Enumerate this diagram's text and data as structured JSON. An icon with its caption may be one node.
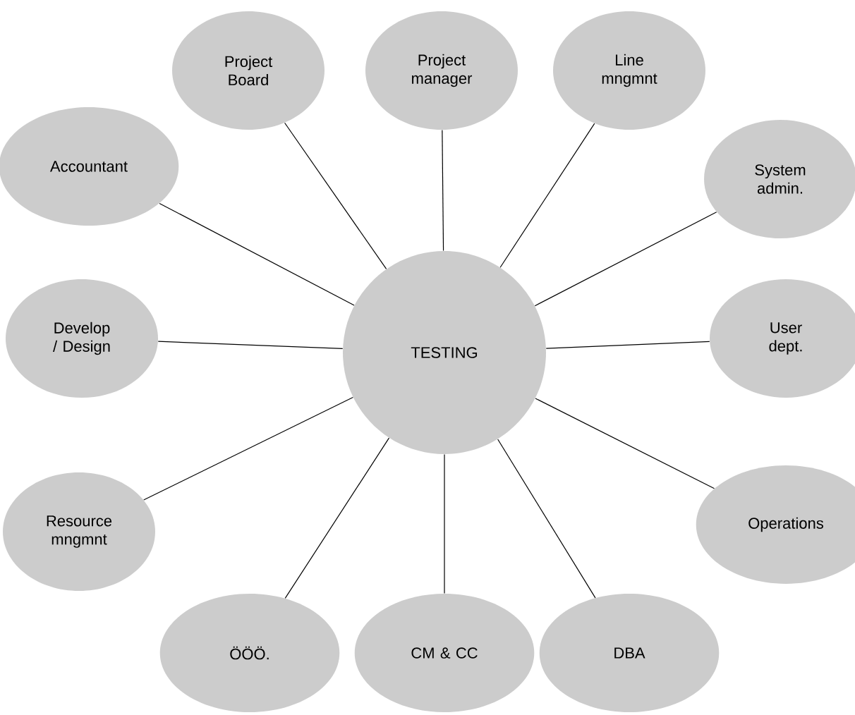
{
  "diagram": {
    "nodes": [
      {
        "text": [
          "TESTING"
        ]
      },
      {
        "text": [
          "Project Board"
        ]
      },
      {
        "text": [
          "Project manager"
        ]
      },
      {
        "text": [
          "Line mngmnt"
        ]
      },
      {
        "text": [
          "Accountant"
        ]
      },
      {
        "text": [
          "System admin."
        ]
      },
      {
        "text": [
          "Develop / Design"
        ]
      },
      {
        "text": [
          "User dept."
        ]
      },
      {
        "text": [
          "Resource mngmnt"
        ]
      },
      {
        "text": [
          "Operations"
        ]
      },
      {
        "text": [
          "ÖÖÖ."
        ]
      },
      {
        "text": [
          "CM & CC"
        ]
      },
      {
        "text": [
          "DBA"
        ]
      }
    ],
    "edges": [
      {
        "from": 0,
        "to": 1,
        "arrow": "none"
      },
      {
        "from": 0,
        "to": 2,
        "arrow": "none"
      },
      {
        "from": 0,
        "to": 3,
        "arrow": "none"
      },
      {
        "from": 0,
        "to": 4,
        "arrow": "none"
      },
      {
        "from": 0,
        "to": 5,
        "arrow": "none"
      },
      {
        "from": 0,
        "to": 6,
        "arrow": "none"
      },
      {
        "from": 0,
        "to": 7,
        "arrow": "none"
      },
      {
        "from": 0,
        "to": 8,
        "arrow": "none"
      },
      {
        "from": 0,
        "to": 9,
        "arrow": "none"
      },
      {
        "from": 0,
        "to": 10,
        "arrow": "none"
      },
      {
        "from": 0,
        "to": 11,
        "arrow": "none"
      },
      {
        "from": 0,
        "to": 12,
        "arrow": "none"
      }
    ]
  }
}
